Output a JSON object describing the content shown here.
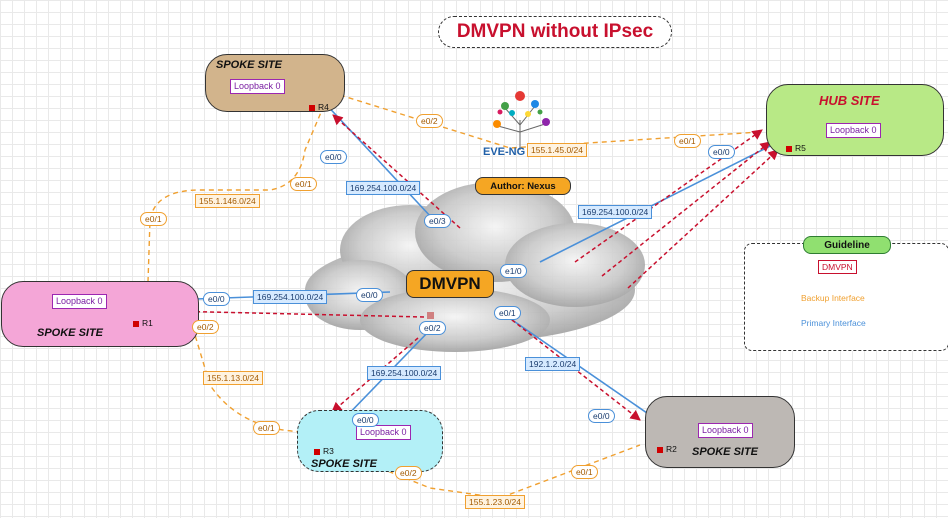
{
  "title": "DMVPN without IPsec",
  "cloud_label": "DMVPN",
  "author": "Author: Nexus",
  "logo_text": "EVE-NG",
  "sites": {
    "hub": {
      "label": "HUB SITE",
      "router": "R5",
      "loopback": "Loopback 0",
      "color": "#b8e986"
    },
    "r4": {
      "label": "SPOKE SITE",
      "router": "R4",
      "loopback": "Loopback 0",
      "color": "#d2b48c"
    },
    "r1": {
      "label": "SPOKE SITE",
      "router": "R1",
      "loopback": "Loopback 0",
      "color": "#f4a6d7"
    },
    "r3": {
      "label": "SPOKE SITE",
      "router": "R3",
      "loopback": "Loopback 0",
      "color": "#b3f0f7"
    },
    "r2": {
      "label": "SPOKE SITE",
      "router": "R2",
      "loopback": "Loopback 0",
      "color": "#bdb8b4"
    }
  },
  "primary_links": {
    "r4": {
      "subnet": "169.254.100.0/24",
      "router_if": "e0/0",
      "cloud_if": "e0/3"
    },
    "r5": {
      "subnet": "169.254.100.0/24",
      "router_if": "e0/0",
      "cloud_if": "e1/0"
    },
    "r1": {
      "subnet": "169.254.100.0/24",
      "router_if": "e0/0",
      "cloud_if": "e0/0"
    },
    "r3": {
      "subnet": "169.254.100.0/24",
      "router_if": "e0/0",
      "cloud_if": "e0/2"
    },
    "r2": {
      "subnet": "192.1.2.0/24",
      "router_if": "e0/0",
      "cloud_if": "e0/1"
    }
  },
  "backup_links": {
    "r4_r5": {
      "subnet": "155.1.45.0/24",
      "if_a": "e0/2",
      "if_b": "e0/1"
    },
    "r1_r4": {
      "subnet": "155.1.146.0/24",
      "if_a": "e0/1",
      "if_b": "e0/1"
    },
    "r1_r3": {
      "subnet": "155.1.13.0/24",
      "if_a": "e0/2",
      "if_b": "e0/1"
    },
    "r3_r2": {
      "subnet": "155.1.23.0/24",
      "if_a": "e0/2",
      "if_b": "e0/1"
    }
  },
  "guideline": {
    "title": "Guideline",
    "items": [
      {
        "label": "DMVPN",
        "color": "#c8102e"
      },
      {
        "label": "Backup Interface",
        "color": "#f0a030"
      },
      {
        "label": "Primary Interface",
        "color": "#4a90d9"
      }
    ]
  }
}
